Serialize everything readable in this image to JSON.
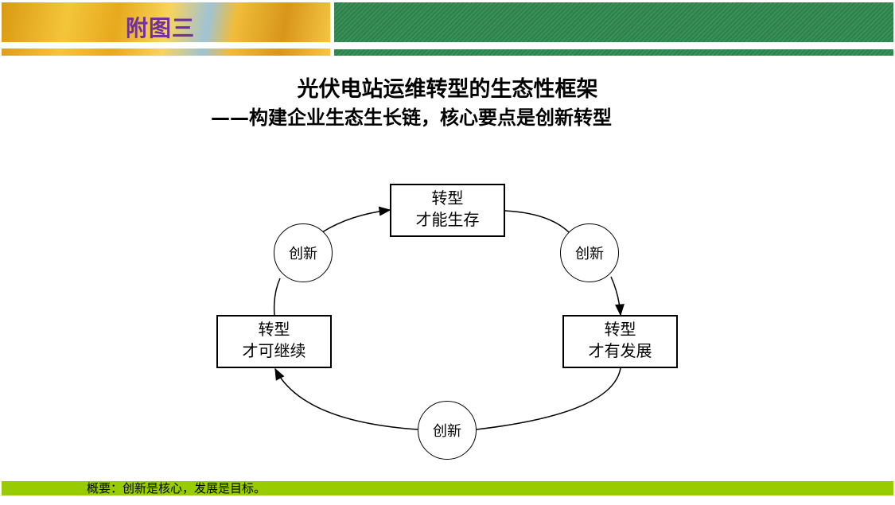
{
  "header": {
    "badge": "附图三"
  },
  "title": "光伏电站运维转型的生态性框架",
  "subtitle": "——构建企业生态生长链，核心要点是创新转型",
  "diagram": {
    "boxes": [
      {
        "line1": "转型",
        "line2": "才能生存"
      },
      {
        "line1": "转型",
        "line2": "才有发展"
      },
      {
        "line1": "转型",
        "line2": "才可继续"
      }
    ],
    "circles": [
      "创新",
      "创新",
      "创新"
    ]
  },
  "footer": {
    "summary": "概要：创新是核心，发展是目标。"
  },
  "colors": {
    "badge": "#7030a0",
    "green": "#2f7f4b",
    "footer": "#99cc00"
  }
}
